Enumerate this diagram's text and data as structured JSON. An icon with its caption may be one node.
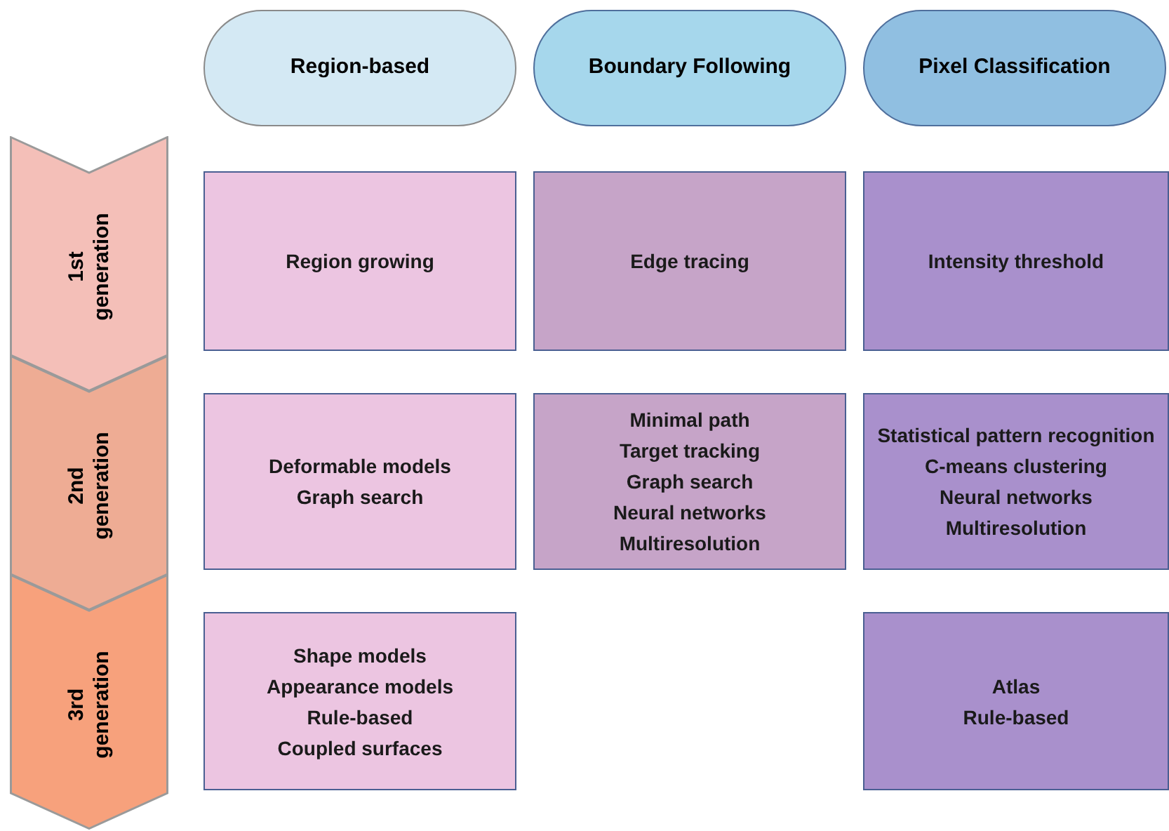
{
  "diagram": {
    "nodes": [
      {
        "text": [
          "Region-based"
        ]
      },
      {
        "text": [
          "Boundary Following"
        ]
      },
      {
        "text": [
          "Pixel Classification"
        ]
      },
      {
        "text": [
          "1st generation"
        ]
      },
      {
        "text": [
          "2nd generation"
        ]
      },
      {
        "text": [
          "3rd generation"
        ]
      },
      {
        "text": [
          "Region growing"
        ]
      },
      {
        "text": [
          "Edge tracing"
        ]
      },
      {
        "text": [
          "Intensity threshold"
        ]
      },
      {
        "text": [
          "Deformable models",
          "Graph search"
        ]
      },
      {
        "text": [
          "Minimal path",
          "Target tracking",
          "Graph search",
          "Neural networks",
          "Multiresolution"
        ]
      },
      {
        "text": [
          "Statistical pattern recognition",
          "C-means clustering",
          "Neural networks",
          "Multiresolution"
        ]
      },
      {
        "text": [
          "Shape models",
          "Appearance models",
          "Rule-based",
          "Coupled surfaces"
        ]
      },
      {
        "text": [
          "Atlas",
          "Rule-based"
        ]
      }
    ]
  }
}
